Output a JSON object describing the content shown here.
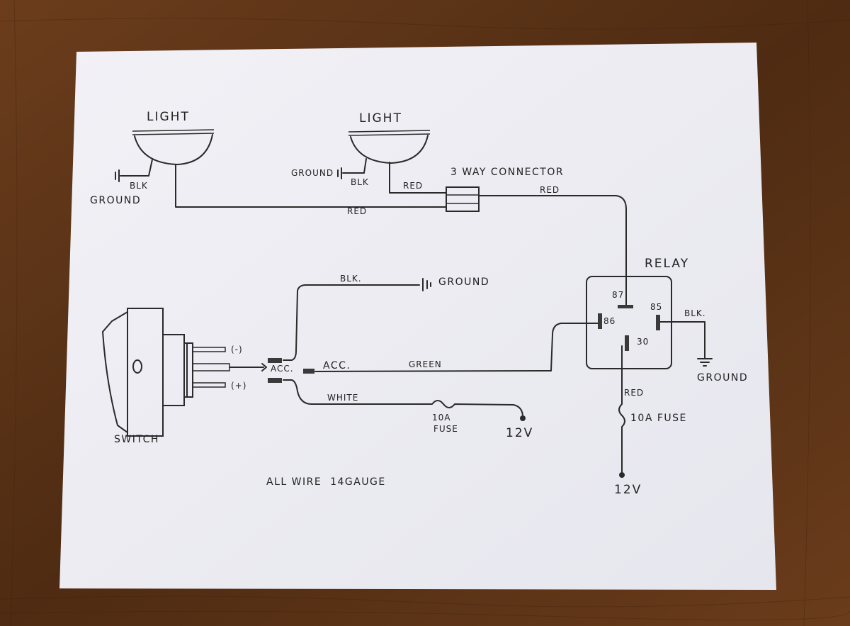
{
  "labels": {
    "light_left": "LIGHT",
    "light_right": "LIGHT",
    "blk_left": "BLK",
    "ground_left": "GROUND",
    "ground_mid": "GROUND",
    "blk_mid": "BLK",
    "connector": "3 WAY CONNECTOR",
    "red_mid": "RED",
    "red_top": "RED",
    "red_bottom": "RED",
    "relay": "RELAY",
    "pin_87": "87",
    "pin_86": "86",
    "pin_85": "85",
    "pin_30": "30",
    "blk_relay": "BLK.",
    "ground_relay": "GROUND",
    "blk_switch": "BLK.",
    "ground_switch": "GROUND",
    "minus": "(-)",
    "plus": "(+)",
    "acc_switch": "ACC.",
    "acc_wire": "ACC.",
    "green": "GREEN",
    "white": "WHITE",
    "fuse_10a_left": "10A",
    "fuse_left": "FUSE",
    "v12_left": "12V",
    "red_relay": "RED",
    "fuse_relay": "10A FUSE",
    "v12_relay": "12V",
    "switch": "SWITCH",
    "note": "ALL WIRE  14GAUGE"
  }
}
